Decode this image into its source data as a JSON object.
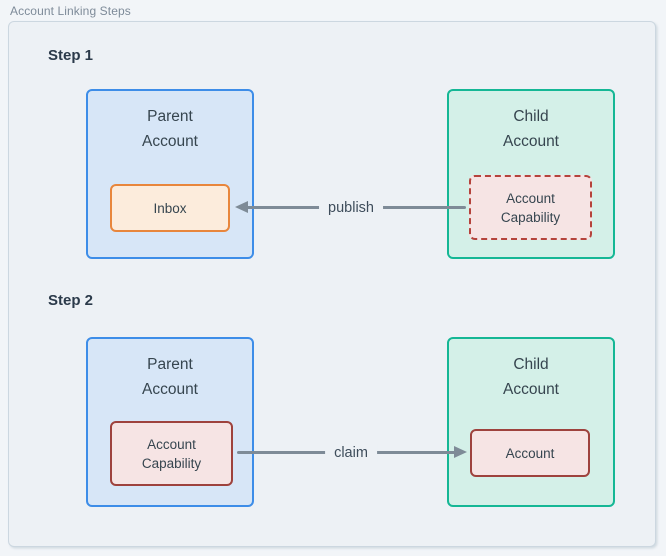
{
  "page_title": "Account Linking Steps",
  "colors": {
    "canvas_bg": "#f2f5f8",
    "container_bg": "#edf1f5",
    "container_border": "#ccd7e0",
    "title_text": "#7e8b99",
    "heading_text": "#2b3a4a",
    "box_text": "#36454f",
    "arrow": "#7e8b97",
    "arrow_label_text": "#3e4d5b",
    "parent_fill": "#d7e6f7",
    "parent_border": "#3d8de8",
    "child_fill": "#d4f0e8",
    "child_border": "#15b795",
    "inbox_fill": "#fcecdc",
    "inbox_border": "#e8863c",
    "capability_fill": "#f6e4e4",
    "capability_border_dashed": "#b5433c",
    "capability_border_solid": "#9e423d"
  },
  "steps": [
    {
      "heading": "Step 1",
      "parent_account": {
        "title": "Parent Account",
        "inner_box": "Inbox"
      },
      "child_account": {
        "title": "Child Account",
        "inner_box": "Account Capability",
        "inner_box_style": "dashed"
      },
      "arrow": {
        "label": "publish",
        "direction": "right-to-left"
      }
    },
    {
      "heading": "Step 2",
      "parent_account": {
        "title": "Parent Account",
        "inner_box": "Account Capability"
      },
      "child_account": {
        "title": "Child Account",
        "inner_box": "Account",
        "inner_box_style": "solid"
      },
      "arrow": {
        "label": "claim",
        "direction": "left-to-right"
      }
    }
  ]
}
